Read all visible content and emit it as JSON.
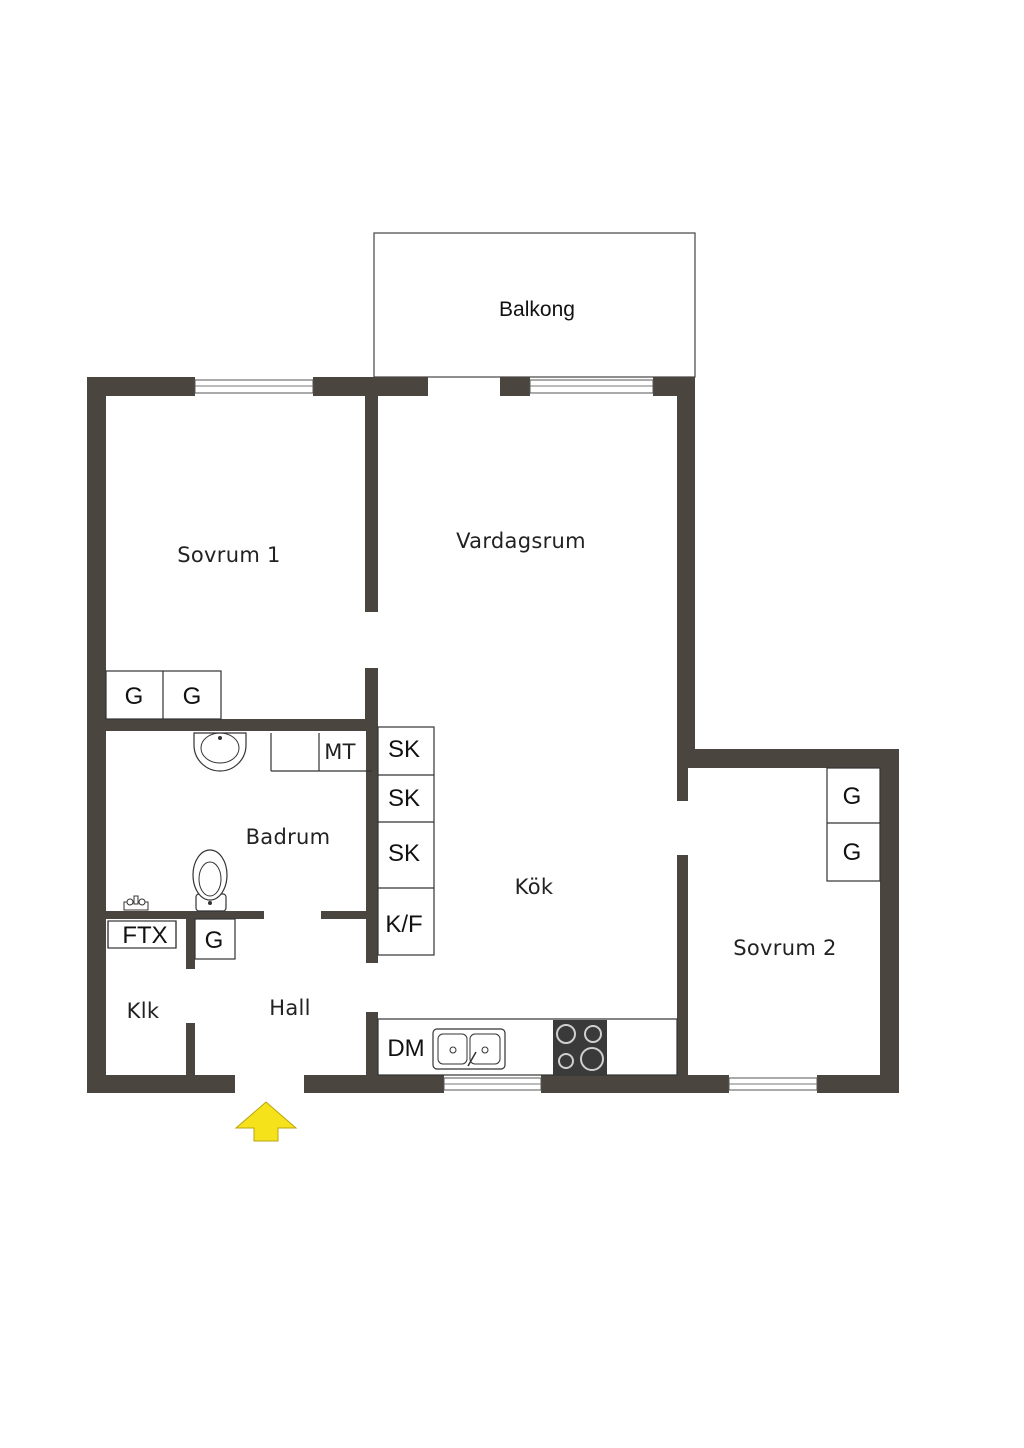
{
  "rooms": {
    "balkong": "Balkong",
    "sovrum1": "Sovrum 1",
    "vardagsrum": "Vardagsrum",
    "badrum": "Badrum",
    "kok": "Kök",
    "sovrum2": "Sovrum 2",
    "klk": "Klk",
    "hall": "Hall"
  },
  "fixtures": {
    "g": "G",
    "mt": "MT",
    "sk": "SK",
    "kf": "K/F",
    "ftx": "FTX",
    "dm": "DM"
  },
  "colors": {
    "wall": "#4a453f",
    "entrance_arrow": "#f5e21b"
  },
  "icons": [
    "entrance-arrow-icon",
    "washbasin-icon",
    "toilet-icon",
    "faucet-icon",
    "sink-icon",
    "stove-icon"
  ]
}
